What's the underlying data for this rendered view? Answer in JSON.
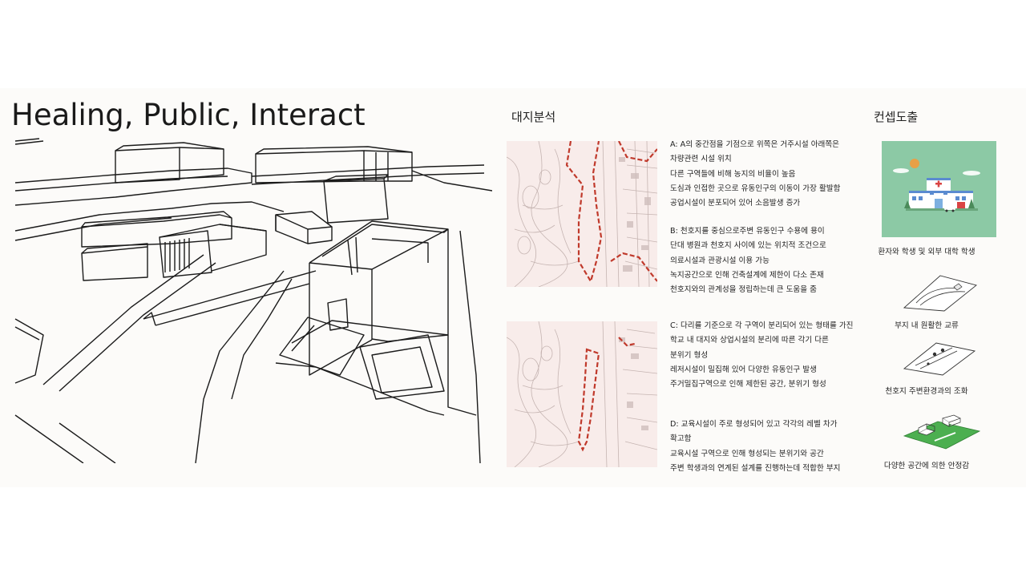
{
  "title": "Healing, Public, Interact",
  "site_analysis": {
    "heading": "대지분석",
    "note_a": {
      "lines": [
        "A: A의 중간점을 기점으로 위쪽은 거주시설 아래쪽은",
        "차량관련 시설 위치",
        "다른 구역들에 비해 농지의 비율이 높음",
        "도심과 인접한 곳으로 유동인구의 이동이 가장 활발함",
        "공업시설이 분포되어 있어 소음발생 증가"
      ]
    },
    "note_b": {
      "lines": [
        "B: 천호지를 중심으로주변 유동인구 수용에 용이",
        "단대 병원과 천호지 사이에 있는 위치적 조건으로",
        "의료시설과 관광시설 이용 가능",
        "녹지공간으로 인해 건축설계에 제한이 다소 존재",
        "천호지와의 관계성을 정립하는데 큰 도움을 줌"
      ]
    },
    "note_c": {
      "lines": [
        "C: 다리를 기준으로 각 구역이 분리되어 있는 형태를 가진",
        "학교 내 대지와 상업시설의 분리에 따른 각기 다른",
        "분위기 형성",
        "레저시설이 밀집해 있어 다양한 유동인구 발생",
        "주거밀집구역으로 인해 제한된 공간, 분위기 형성"
      ]
    },
    "note_d": {
      "lines": [
        "D: 교육시설이 주로 형성되어 있고 각각의 레벨 차가",
        "확고함",
        "교육시설 구역으로 인해 형성되는 분위기와 공간",
        "주변 학생과의 연계된 설계를 진행하는데 적합한 부지"
      ]
    }
  },
  "concept": {
    "heading": "컨셉도출",
    "items": [
      {
        "caption": "환자와 학생 및 외부 대학 학생",
        "icon": "hospital-illustration"
      },
      {
        "caption": "부지 내 원활한 교류",
        "icon": "site-path-diagram"
      },
      {
        "caption": "천호지 주변환경과의 조화",
        "icon": "lakeside-site-diagram"
      },
      {
        "caption": "다양한 공간에 의한 안정감",
        "icon": "green-site-diagram"
      }
    ]
  },
  "colors": {
    "band": "#fcfbf9",
    "map_bg": "#f8ecea",
    "map_boundary": "#c0392b",
    "illustration_bg": "#8cc9a5",
    "green_site": "#4caf50"
  }
}
